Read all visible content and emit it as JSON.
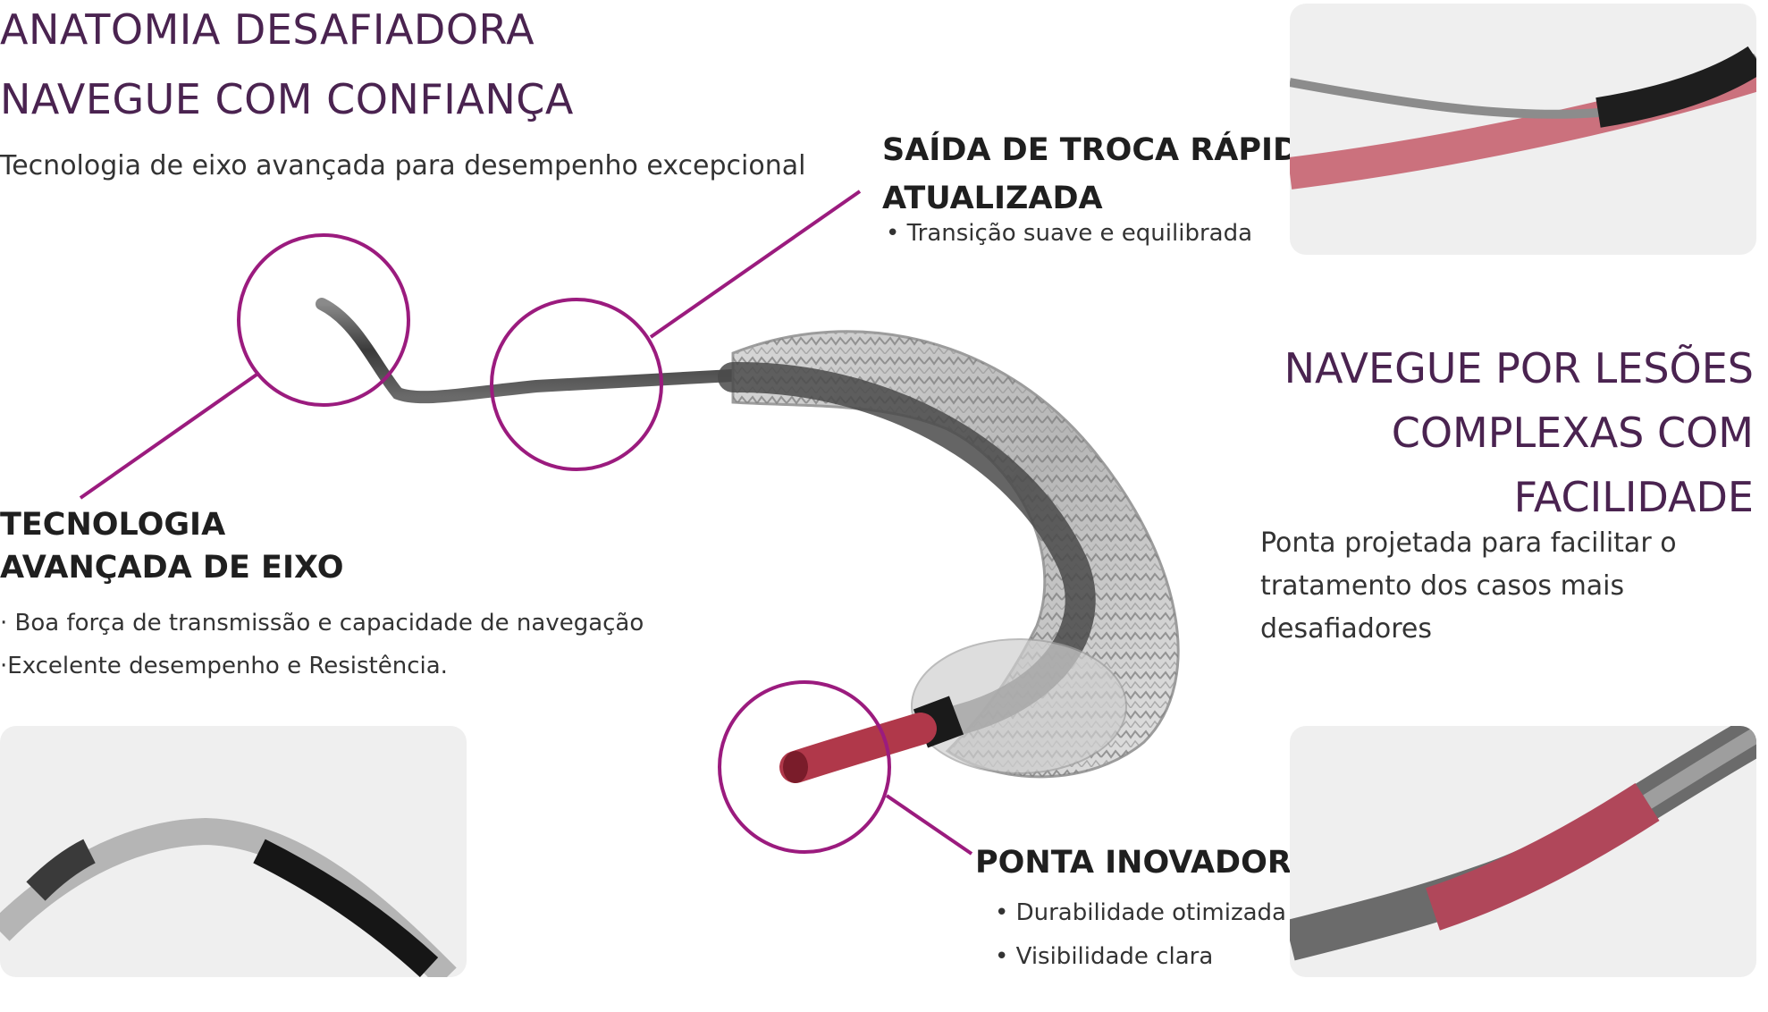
{
  "header": {
    "title_line1": "ANATOMIA DESAFIADORA",
    "title_line2": "NAVEGUE COM CONFIANÇA",
    "subtitle": "Tecnologia de eixo avançada para desempenho excepcional"
  },
  "rapid_exchange": {
    "title_line1": "SAÍDA DE TROCA RÁPIDA",
    "title_line2": "ATUALIZADA",
    "bullet": "• Transição suave e equilibrada"
  },
  "shaft": {
    "title_line1": "TECNOLOGIA",
    "title_line2": "AVANÇADA DE EIXO",
    "bullet1": "· Boa força de transmissão e capacidade de navegação",
    "bullet2": "·Excelente desempenho e Resistência."
  },
  "lesions": {
    "title_line1": "NAVEGUE POR LESÕES",
    "title_line2": "COMPLEXAS COM",
    "title_line3": "FACILIDADE",
    "desc_line1": "Ponta projetada para facilitar o",
    "desc_line2": "tratamento dos casos mais desafiadores"
  },
  "tip": {
    "title": "PONTA INOVADORA",
    "bullet1": "• Durabilidade otimizada",
    "bullet2": "• Visibilidade clara"
  },
  "colors": {
    "accent": "#9b1b7e",
    "heading": "#4a2350",
    "tip_red": "#b0384a",
    "panel_bg": "#efefef"
  }
}
